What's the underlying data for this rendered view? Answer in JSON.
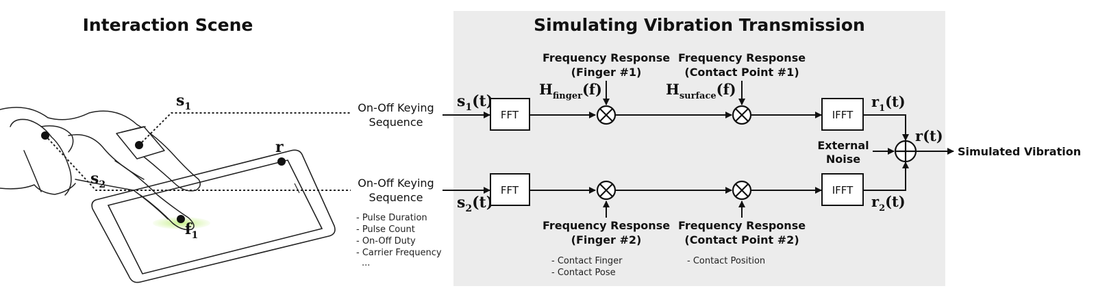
{
  "left_panel": {
    "title": "Interaction Scene",
    "labels": {
      "s1_base": "s",
      "s1_sub": "1",
      "s2_base": "s",
      "s2_sub": "2",
      "f1_base": "f",
      "f1_sub": "1",
      "r": "r"
    }
  },
  "right_panel": {
    "title": "Simulating Vibration Transmission",
    "input_label_top": [
      "On-Off Keying",
      "Sequence"
    ],
    "input_label_bottom": [
      "On-Off Keying",
      "Sequence"
    ],
    "input_params": [
      "- Pulse Duration",
      "- Pulse Count",
      "- On-Off Duty",
      "- Carrier Frequency",
      "..."
    ],
    "top_signal": {
      "base": "s",
      "sub": "1",
      "arg": "(t)"
    },
    "bottom_signal": {
      "base": "s",
      "sub": "2",
      "arg": "(t)"
    },
    "fft_label": "FFT",
    "ifft_label": "IFFT",
    "h_finger": {
      "base": "H",
      "sub": "finger",
      "arg": "(f)"
    },
    "h_surface": {
      "base": "H",
      "sub": "surface",
      "arg": "(f)"
    },
    "freq_resp_finger1": [
      "Frequency Response",
      "(Finger #1)"
    ],
    "freq_resp_contact1": [
      "Frequency Response",
      "(Contact Point #1)"
    ],
    "freq_resp_finger2": [
      "Frequency Response",
      "(Finger #2)"
    ],
    "freq_resp_contact2": [
      "Frequency Response",
      "(Contact Point #2)"
    ],
    "finger_params": [
      "- Contact Finger",
      "- Contact Pose"
    ],
    "contact_params": [
      "- Contact Position"
    ],
    "r1": {
      "base": "r",
      "sub": "1",
      "arg": "(t)"
    },
    "r2": {
      "base": "r",
      "sub": "2",
      "arg": "(t)"
    },
    "r": "r(t)",
    "external_noise": [
      "External",
      "Noise"
    ],
    "output_label": "Simulated Vibration"
  }
}
